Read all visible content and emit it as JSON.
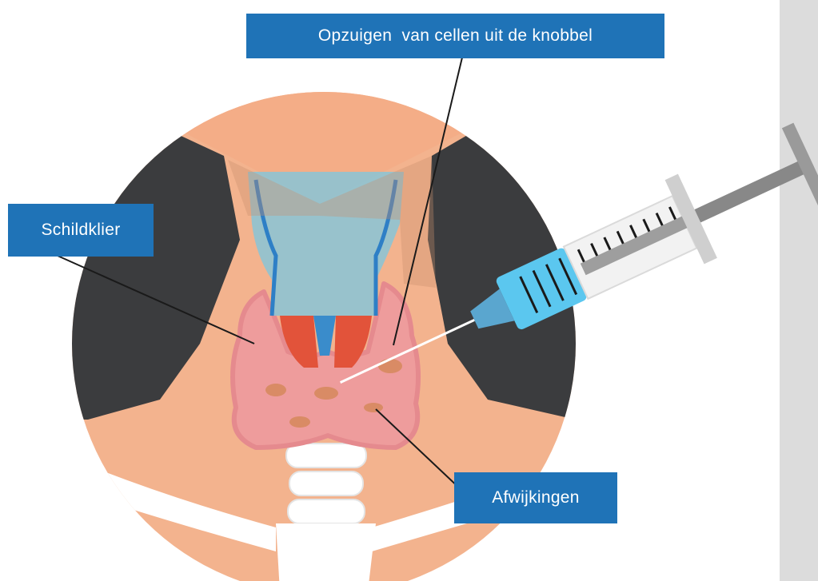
{
  "labels": {
    "aspiration": "Opzuigen  van cellen uit de knobbel",
    "thyroid": "Schildklier",
    "abnormalities": "Afwijkingen"
  },
  "colors": {
    "label_bg": "#1f73b7",
    "label_text": "#ffffff",
    "skin": "#f3b38e",
    "dark_background": "#3b3c3e",
    "thyroid": "#ee9c9c",
    "nodule": "#d98b65",
    "trachea": "#8ec3d3",
    "muscle": "#e2533a",
    "syringe_blue": "#5bc7ef",
    "side_panel": "#dcdcdc"
  },
  "icons": [
    "syringe-icon"
  ]
}
